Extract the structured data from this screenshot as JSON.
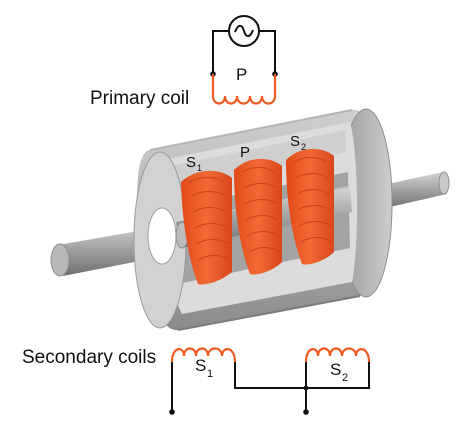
{
  "labels": {
    "primary_coil": "Primary coil",
    "secondary_coils": "Secondary coils",
    "p_circuit": "P",
    "p_coil_top": "P",
    "s1_main": "S",
    "s1_sub": "1",
    "s2_main": "S",
    "s2_sub": "2",
    "s1_top_main": "S",
    "s1_top_sub": "1",
    "s2_top_main": "S",
    "s2_top_sub": "2"
  },
  "colors": {
    "coil": "#f15a22",
    "coil_dark": "#c8431a",
    "housing_light": "#c9c9c9",
    "housing_mid": "#a9a9a9",
    "housing_dark": "#7e7e7e",
    "interior": "#dedede",
    "shaft": "#9a9a9a",
    "wire": "#111111"
  },
  "icons": {
    "source": "ac-source-icon"
  }
}
